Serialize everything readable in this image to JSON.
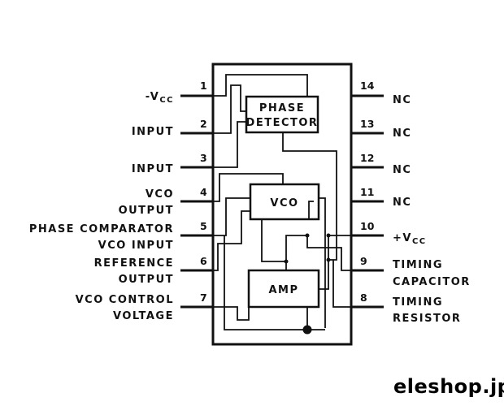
{
  "blocks": {
    "phase_detector": [
      "PHASE",
      "DETECTOR"
    ],
    "vco": "VCO",
    "amp": "AMP"
  },
  "left_pins": [
    {
      "num": "1",
      "label_lines": [
        "-V",
        ""
      ],
      "sub": "CC"
    },
    {
      "num": "2",
      "label_lines": [
        "INPUT"
      ]
    },
    {
      "num": "3",
      "label_lines": [
        "INPUT"
      ]
    },
    {
      "num": "4",
      "label_lines": [
        "VCO",
        "OUTPUT"
      ]
    },
    {
      "num": "5",
      "label_lines": [
        "PHASE COMPARATOR",
        "VCO INPUT"
      ]
    },
    {
      "num": "6",
      "label_lines": [
        "REFERENCE",
        "OUTPUT"
      ]
    },
    {
      "num": "7",
      "label_lines": [
        "VCO CONTROL",
        "VOLTAGE"
      ]
    }
  ],
  "right_pins": [
    {
      "num": "14",
      "label_lines": [
        "NC"
      ]
    },
    {
      "num": "13",
      "label_lines": [
        "NC"
      ]
    },
    {
      "num": "12",
      "label_lines": [
        "NC"
      ]
    },
    {
      "num": "11",
      "label_lines": [
        "NC"
      ]
    },
    {
      "num": "10",
      "label_lines": [
        "+V"
      ],
      "sub": "CC"
    },
    {
      "num": "9",
      "label_lines": [
        "TIMING",
        "CAPACITOR"
      ]
    },
    {
      "num": "8",
      "label_lines": [
        "TIMING",
        "RESISTOR"
      ]
    }
  ],
  "watermark": "eleshop.jp"
}
